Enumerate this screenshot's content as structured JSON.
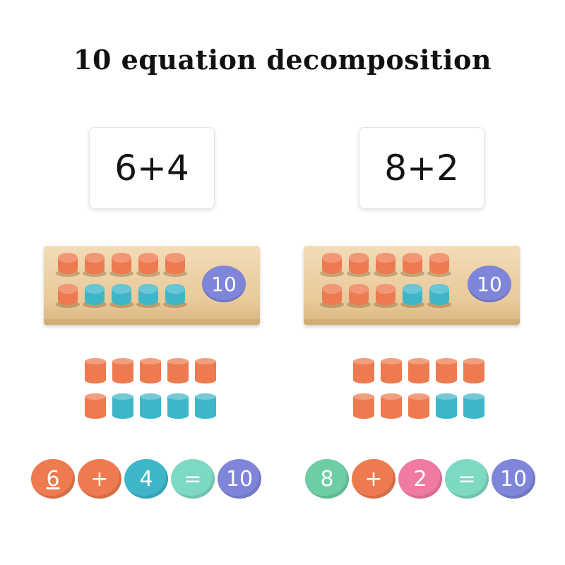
{
  "title": "10 equation decomposition",
  "colors": {
    "orange": "#ee7a4f",
    "teal": "#3fb6c8",
    "purple": "#7f86d9",
    "mint": "#7ed9c2",
    "green": "#6fcda5",
    "pink": "#f07aa0",
    "wood": "#ecd0a5"
  },
  "sets": [
    {
      "card": "6+4",
      "board": {
        "top_row": [
          "orange",
          "orange",
          "orange",
          "orange",
          "orange"
        ],
        "bottom_row": [
          "orange",
          "teal",
          "teal",
          "teal",
          "teal"
        ],
        "badge": "10"
      },
      "loose_pieces": {
        "top_row": [
          "orange",
          "orange",
          "orange",
          "orange",
          "orange"
        ],
        "bottom_row": [
          "orange",
          "teal",
          "teal",
          "teal",
          "teal"
        ]
      },
      "coins": [
        {
          "text": "6",
          "color": "orange",
          "underline": true
        },
        {
          "text": "+",
          "color": "orange"
        },
        {
          "text": "4",
          "color": "teal"
        },
        {
          "text": "=",
          "color": "mint"
        },
        {
          "text": "10",
          "color": "purple"
        }
      ]
    },
    {
      "card": "8+2",
      "board": {
        "top_row": [
          "orange",
          "orange",
          "orange",
          "orange",
          "orange"
        ],
        "bottom_row": [
          "orange",
          "orange",
          "orange",
          "teal",
          "teal"
        ],
        "badge": "10"
      },
      "loose_pieces": {
        "top_row": [
          "orange",
          "orange",
          "orange",
          "orange",
          "orange"
        ],
        "bottom_row": [
          "orange",
          "orange",
          "orange",
          "teal",
          "teal"
        ]
      },
      "coins": [
        {
          "text": "8",
          "color": "green"
        },
        {
          "text": "+",
          "color": "orange"
        },
        {
          "text": "2",
          "color": "pink"
        },
        {
          "text": "=",
          "color": "mint"
        },
        {
          "text": "10",
          "color": "purple"
        }
      ]
    }
  ]
}
